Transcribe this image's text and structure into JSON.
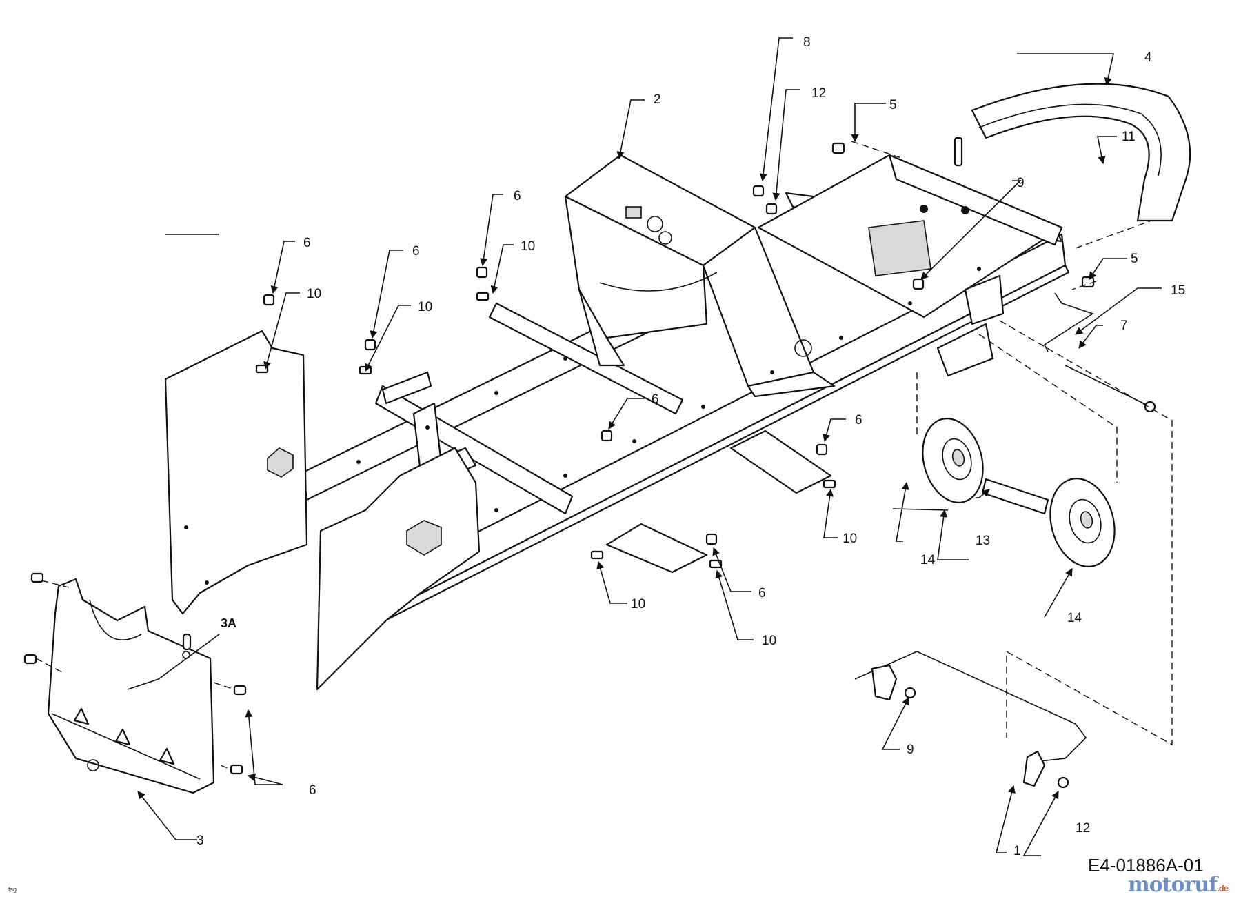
{
  "diagram": {
    "code": "E4-01886A-01",
    "corner_mark": "fsg",
    "watermark": {
      "text": "motoruf",
      "suffix": ".de"
    },
    "callouts": {
      "c1": "1",
      "c2": "2",
      "c3": "3",
      "c3a": "3A",
      "c4": "4",
      "c5a": "5",
      "c5b": "5",
      "c6a": "6",
      "c6b": "6",
      "c6c": "6",
      "c6d": "6",
      "c6e": "6",
      "c6f": "6",
      "c6g": "6",
      "c7": "7",
      "c8": "8",
      "c9a": "9",
      "c9b": "9",
      "c10a": "10",
      "c10b": "10",
      "c10c": "10",
      "c10d": "10",
      "c10e": "10",
      "c10f": "10",
      "c11": "11",
      "c12a": "12",
      "c12b": "12",
      "c13": "13",
      "c14a": "14",
      "c14b": "14",
      "c15": "15"
    }
  }
}
